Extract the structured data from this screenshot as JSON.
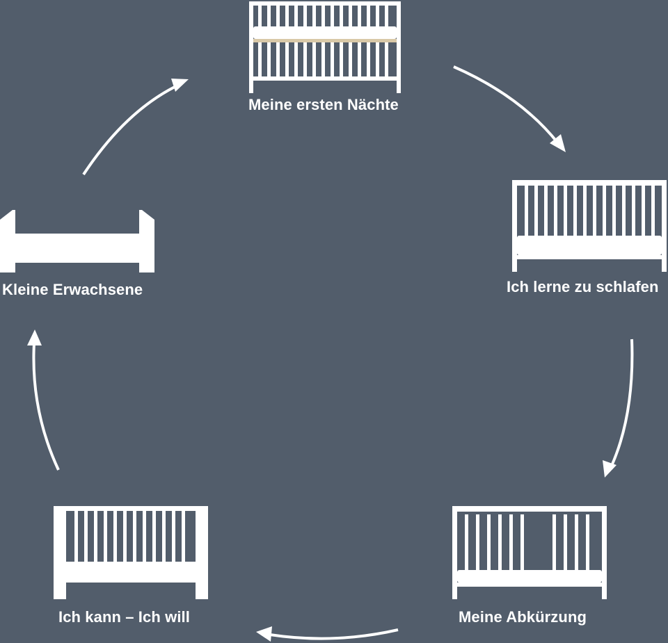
{
  "diagram": {
    "background_color": "#525d6b",
    "arrow_color": "#ffffff",
    "furniture_color": "#ffffff",
    "stages": [
      {
        "id": "stage-1",
        "label": "Meine ersten Nächte",
        "icon": "crib-high-mattress-icon"
      },
      {
        "id": "stage-2",
        "label": "Ich lerne zu schlafen",
        "icon": "crib-low-mattress-icon"
      },
      {
        "id": "stage-3",
        "label": "Meine Abkürzung",
        "icon": "crib-open-side-icon"
      },
      {
        "id": "stage-4",
        "label": "Ich kann – Ich will",
        "icon": "crib-one-side-removed-icon"
      },
      {
        "id": "stage-5",
        "label": "Kleine Erwachsene",
        "icon": "junior-bed-icon"
      }
    ]
  }
}
